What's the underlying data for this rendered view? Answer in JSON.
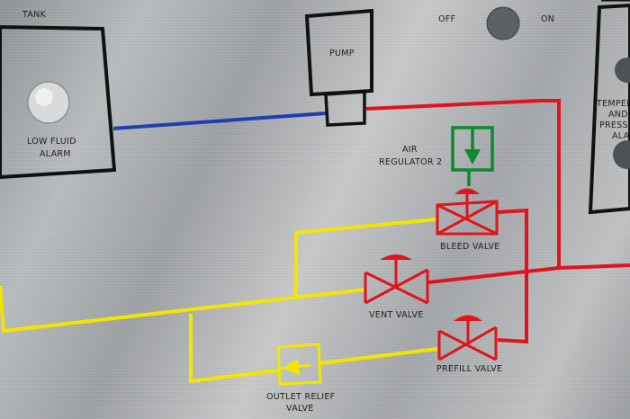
{
  "panel": {
    "tank_label": "TANK",
    "low_fluid_alarm_line1": "LOW FLUID",
    "low_fluid_alarm_line2": "ALARM",
    "pump_label": "PUMP",
    "off_label": "OFF",
    "on_label": "ON",
    "temp_line1": "TEMPERA",
    "temp_line2": "AND",
    "temp_line3": "PRESSU",
    "temp_line4": "ALAR",
    "air_regulator_line1": "AIR",
    "air_regulator_line2": "REGULATOR 2",
    "bleed_valve": "BLEED VALVE",
    "vent_valve": "VENT VALVE",
    "prefill_valve": "PREFILL VALVE",
    "outlet_relief_line1": "OUTLET RELIEF",
    "outlet_relief_line2": "VALVE"
  },
  "colors": {
    "blue_line": "#1f3fae",
    "red_line": "#e0141c",
    "yellow_line": "#f2e600",
    "green_line": "#0b8a2e",
    "outline": "#111111"
  },
  "icons": [
    "indicator-lamp",
    "valve-symbol",
    "check-valve-symbol",
    "air-regulator-symbol"
  ]
}
